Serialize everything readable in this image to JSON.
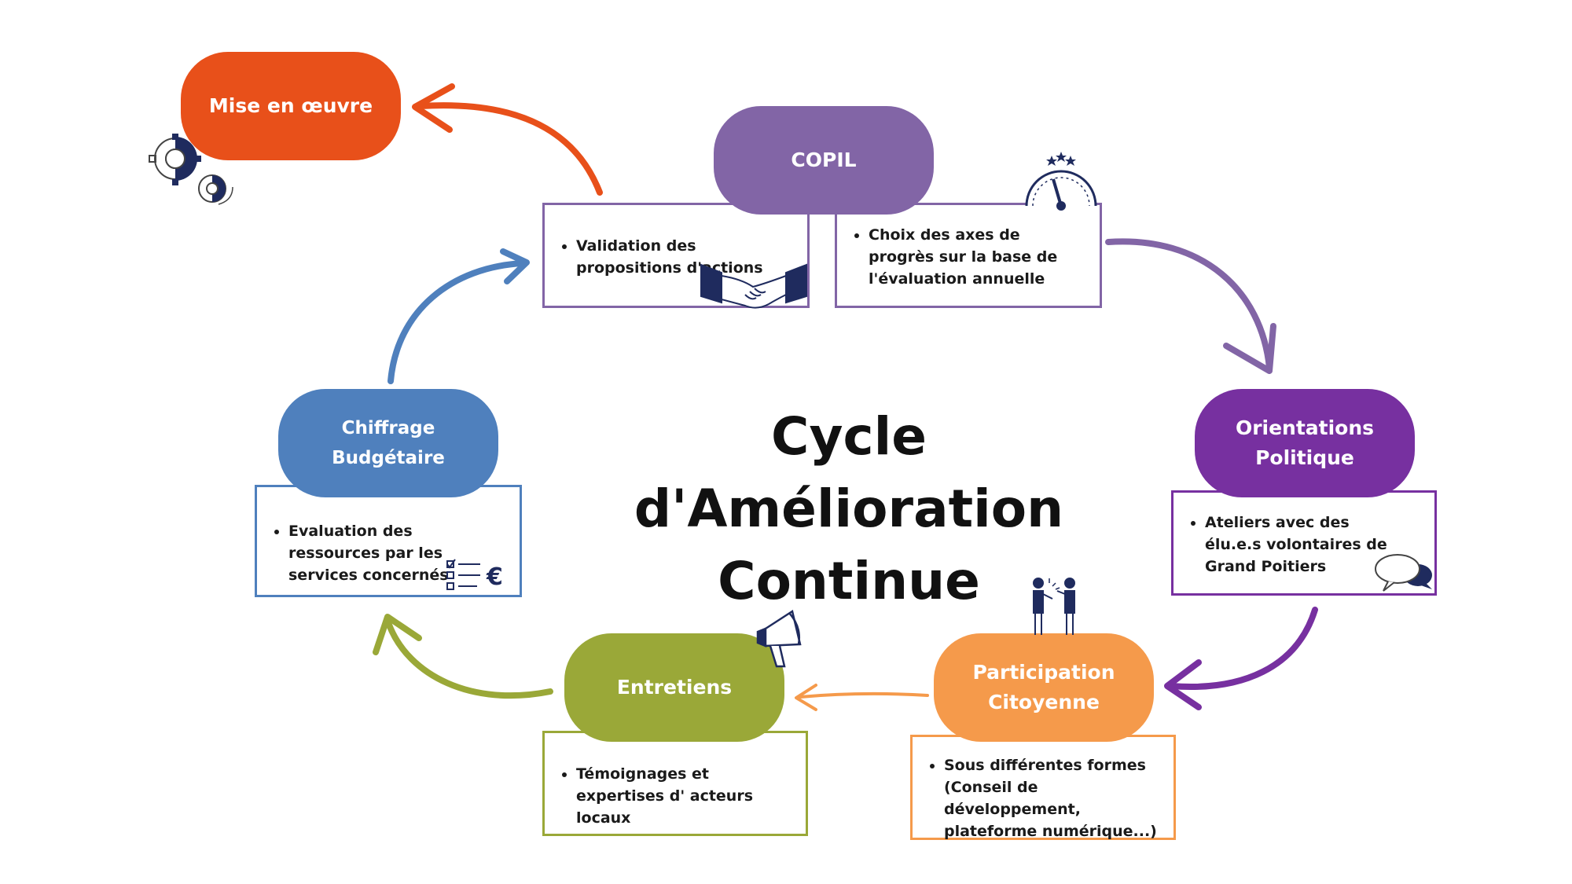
{
  "title": [
    "Cycle d'Amélioration",
    "Continue"
  ],
  "colors": {
    "orange_red": "#E8501A",
    "purple_light": "#8265A6",
    "purple_dark": "#7730A0",
    "orange_light": "#F59A4B",
    "olive": "#9AA838",
    "blue": "#4F80BD"
  },
  "steps": {
    "copil": {
      "label": "COPIL",
      "bullets_left": [
        "Validation des propositions d'actions"
      ],
      "bullets_right": [
        "Choix des axes de progrès sur la base de l'évaluation annuelle"
      ]
    },
    "orientations": {
      "label": [
        "Orientations",
        "Politique"
      ],
      "bullets": [
        "Ateliers avec des élu.e.s volontaires de Grand Poitiers"
      ]
    },
    "participation": {
      "label": [
        "Participation",
        "Citoyenne"
      ],
      "bullets": [
        "Sous différentes formes (Conseil de développement, plateforme numérique...)"
      ]
    },
    "entretiens": {
      "label": "Entretiens",
      "bullets": [
        "Témoignages et expertises d' acteurs locaux"
      ]
    },
    "chiffrage": {
      "label": "Chiffrage Budgétaire",
      "bullets": [
        "Evaluation des ressources par les services concernés"
      ]
    },
    "mise_en_oeuvre": {
      "label": "Mise en œuvre"
    }
  },
  "icons": [
    "gears-icon",
    "handshake-icon",
    "gauge-icon",
    "speech-bubbles-icon",
    "people-talking-icon",
    "megaphone-icon",
    "checklist-euro-icon"
  ]
}
